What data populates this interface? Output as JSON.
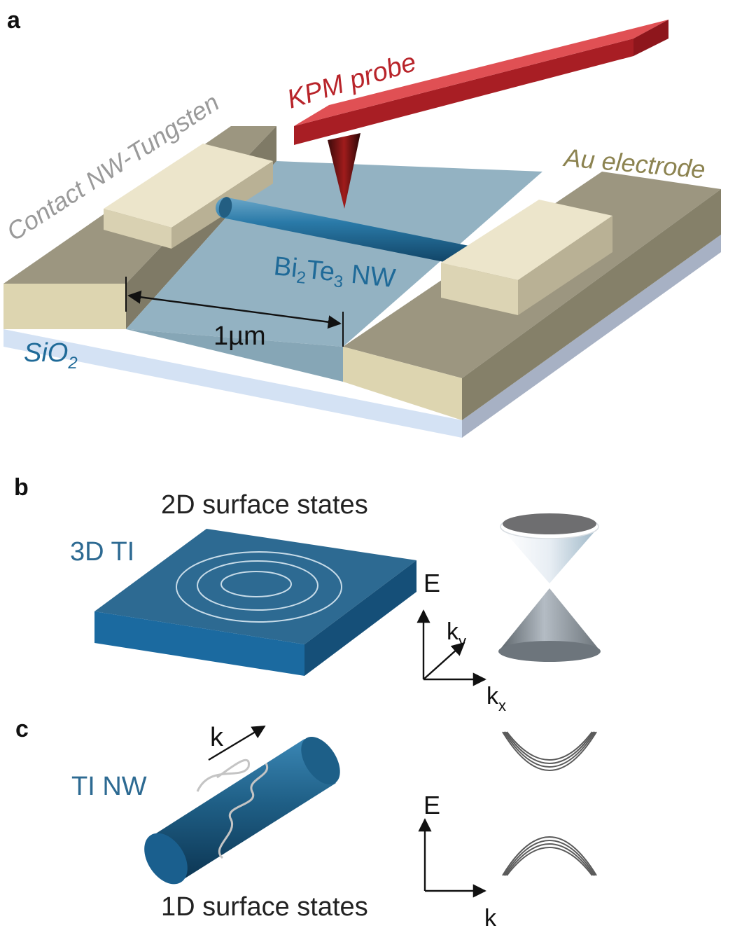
{
  "panels": {
    "a": {
      "letter": "a",
      "kpm_probe": "KPM probe",
      "contact": "Contact NW-Tungsten",
      "au_electrode": "Au electrode",
      "nw_label": {
        "base1": "Bi",
        "sub1": "2",
        "base2": "Te",
        "sub2": "3",
        "tail": " NW"
      },
      "substrate": {
        "base": "SiO",
        "sub": "2"
      },
      "length": "1µm"
    },
    "b": {
      "letter": "b",
      "title": "2D surface states",
      "material": "3D TI",
      "axis_e": "E",
      "axis_ky": {
        "base": "k",
        "sub": "y"
      },
      "axis_kx": {
        "base": "k",
        "sub": "x"
      }
    },
    "c": {
      "letter": "c",
      "title": "1D surface states",
      "material": "TI NW",
      "k_arrow": "k",
      "axis_e": "E",
      "axis_k": "k"
    }
  },
  "colors": {
    "probe": "#c8282e",
    "electrode": "#9c9680",
    "contact_pad": "#e6dfc4",
    "channel": "#93b2c2",
    "nanowire": "#1f5f86",
    "substrate": "#d4e2f4",
    "label_gray": "#9a9a9a",
    "label_gold": "#8c8350",
    "label_blue": "#1f6a98",
    "ti_blue": "#2d6a92"
  }
}
